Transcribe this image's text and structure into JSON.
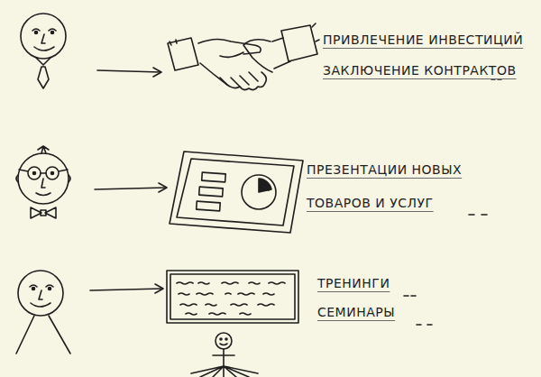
{
  "diagram": {
    "labels": [
      "ПРИВЛЕЧЕНИЕ ИНВЕСТИЦИЙ",
      "ЗАКЛЮЧЕНИЕ КОНТРАКТОВ",
      "ПРЕЗЕНТАЦИИ НОВЫХ ТОВАРОВ И УСЛУГ",
      "ТРЕНИНГИ",
      "СЕМИНАРЫ"
    ]
  }
}
